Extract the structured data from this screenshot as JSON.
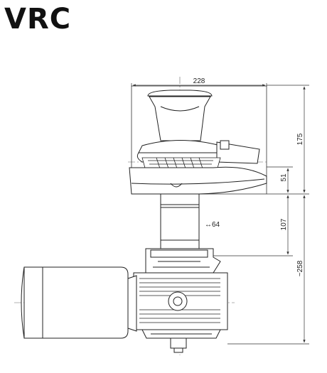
{
  "title": "VRC",
  "dimensions": {
    "width_top": "228",
    "height_drum": "175",
    "height_base": "51",
    "shaft_dia": "↔64",
    "height_column": "107",
    "height_motor": "~258"
  }
}
